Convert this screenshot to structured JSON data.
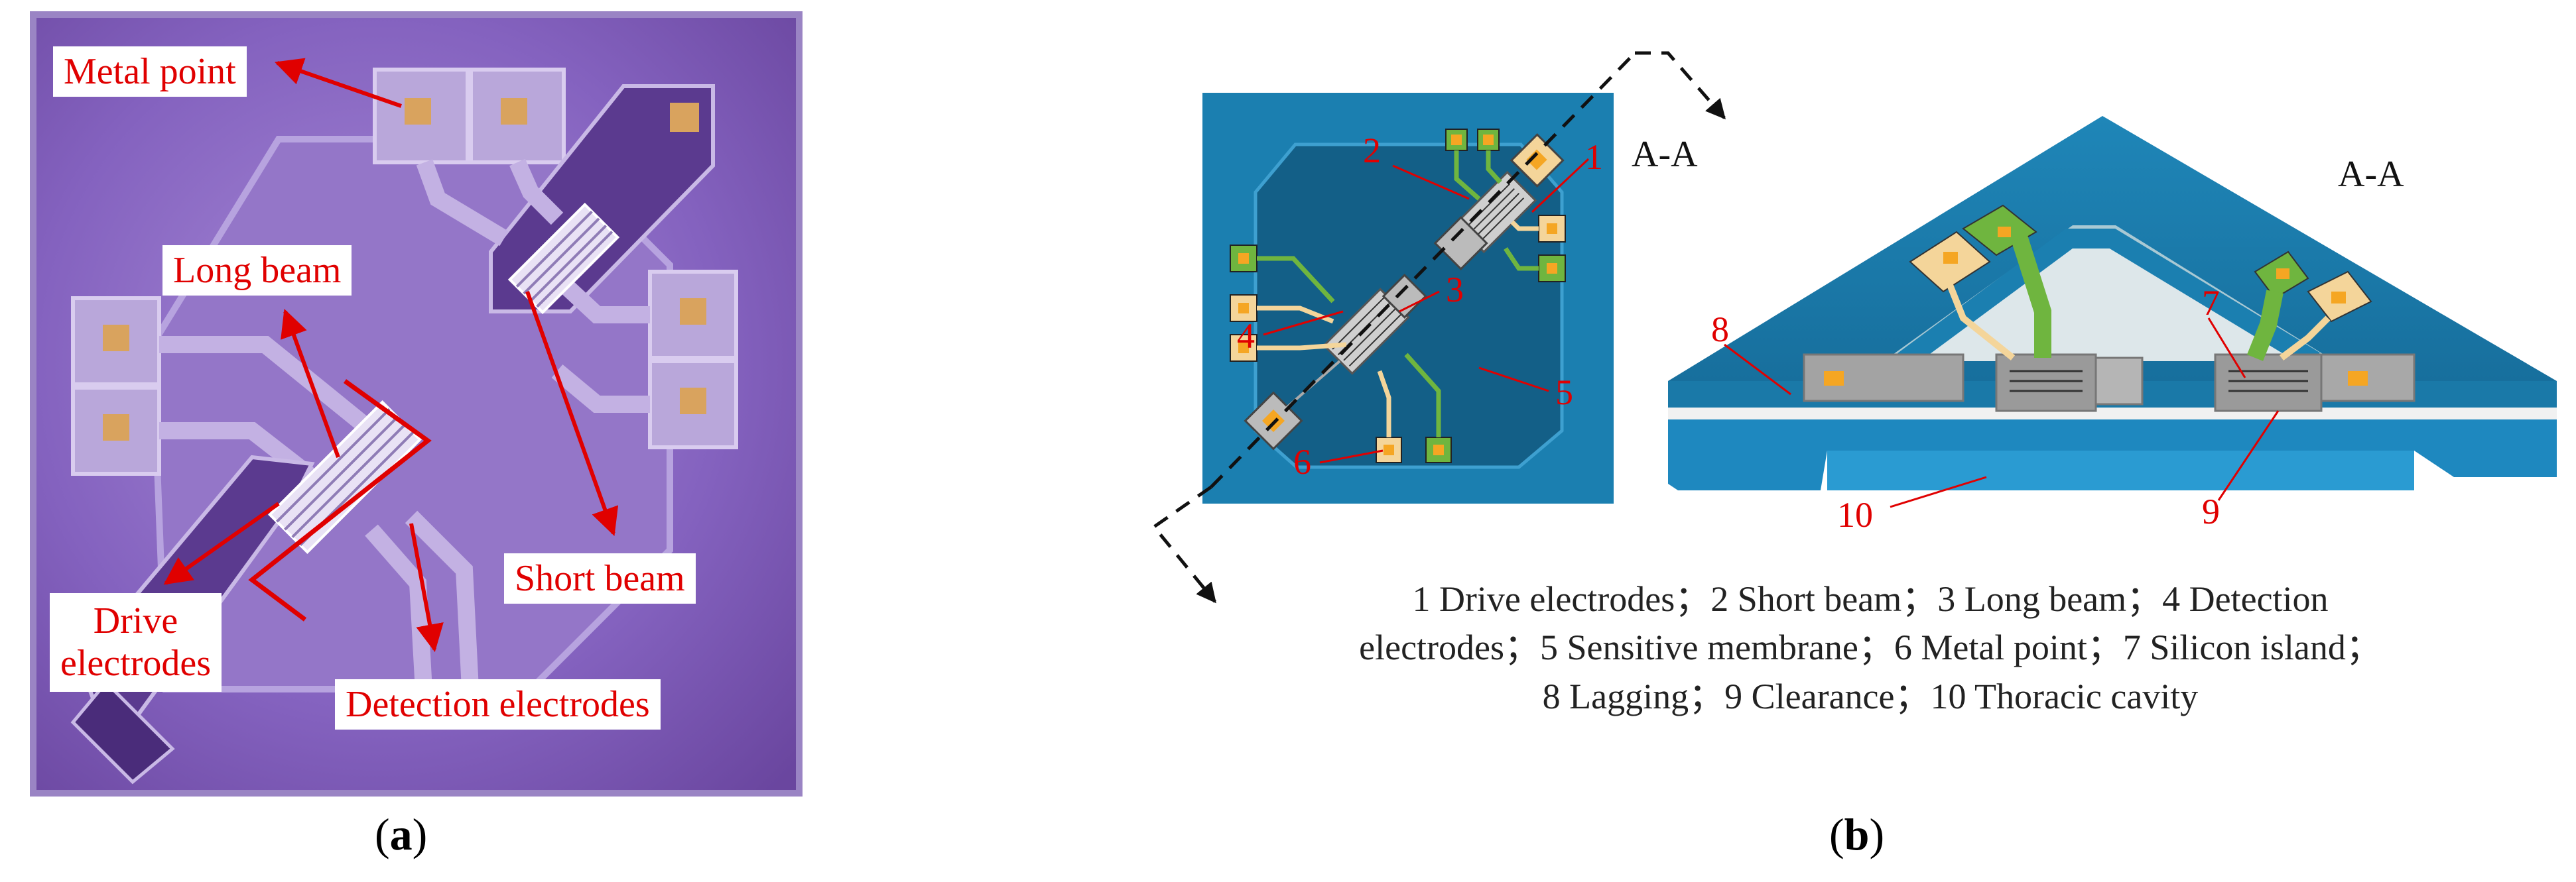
{
  "panel_a": {
    "labels": {
      "metal_point": "Metal point",
      "long_beam": "Long beam",
      "short_beam": "Short beam",
      "drive_line1": "Drive",
      "drive_line2": "electrodes",
      "detection": "Detection electrodes"
    },
    "caption_letter": "a"
  },
  "panel_b": {
    "section_label_top": "A-A",
    "section_label_3d": "A-A",
    "numbers": {
      "n1": "1",
      "n2": "2",
      "n3": "3",
      "n4": "4",
      "n5": "5",
      "n6": "6",
      "n7": "7",
      "n8": "8",
      "n9": "9",
      "n10": "10"
    },
    "legend": {
      "line1": "1 Drive electrodes；2 Short beam；3 Long beam；4 Detection",
      "line2": "electrodes；5 Sensitive membrane；6 Metal point；7 Silicon island；",
      "line3": "8 Lagging；9 Clearance；10 Thoracic cavity"
    },
    "caption_letter": "b"
  },
  "colors": {
    "chip_purple": "#7a56b4",
    "label_red": "#e00000",
    "substrate_blue": "#1b7fb0",
    "electrode_green": "#6fb53f",
    "pad_orange": "#f5a623"
  }
}
